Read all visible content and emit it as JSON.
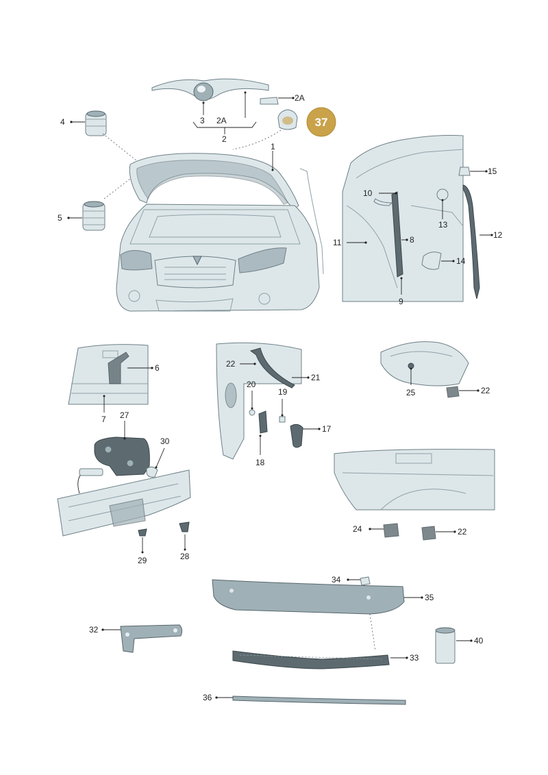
{
  "badge": {
    "label": "37"
  },
  "callouts": {
    "c1": "1",
    "c2": "2",
    "c2A_top": "2A",
    "c2A_mid": "2A",
    "c3": "3",
    "c4": "4",
    "c5": "5",
    "c6": "6",
    "c7": "7",
    "c8": "8",
    "c9": "9",
    "c10": "10",
    "c11": "11",
    "c12": "12",
    "c13": "13",
    "c14": "14",
    "c15": "15",
    "c17": "17",
    "c18": "18",
    "c19": "19",
    "c20": "20",
    "c21": "21",
    "c22_a": "22",
    "c22_b": "22",
    "c22_c": "22",
    "c24": "24",
    "c25": "25",
    "c27": "27",
    "c28": "28",
    "c29": "29",
    "c30": "30",
    "c32": "32",
    "c33": "33",
    "c34": "34",
    "c35": "35",
    "c36": "36",
    "c40": "40"
  },
  "colors": {
    "part_fill": "#dde7ea",
    "part_dark": "#5d6b71",
    "badge": "#c9a24a"
  }
}
